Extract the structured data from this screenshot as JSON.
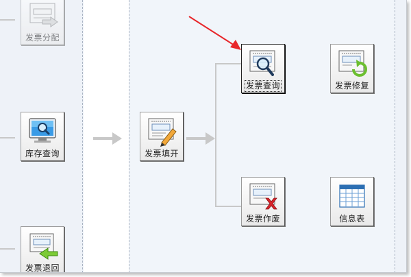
{
  "tiles": {
    "invoice_allocate": {
      "label": "发票分配"
    },
    "inventory_query": {
      "label": "库存查询"
    },
    "invoice_return": {
      "label": "发票退回"
    },
    "invoice_issue": {
      "label": "发票填开"
    },
    "invoice_query": {
      "label": "发票查询"
    },
    "invoice_void": {
      "label": "发票作废"
    },
    "invoice_repair": {
      "label": "发票修复"
    },
    "info_table": {
      "label": "信息表"
    }
  },
  "colors": {
    "annotation_arrow": "#e8262a",
    "flow_arrow": "#c8c8c8",
    "void_mark": "#d8242a",
    "repair_arrow": "#6cbf2f",
    "return_arrow": "#6cbf2f"
  }
}
